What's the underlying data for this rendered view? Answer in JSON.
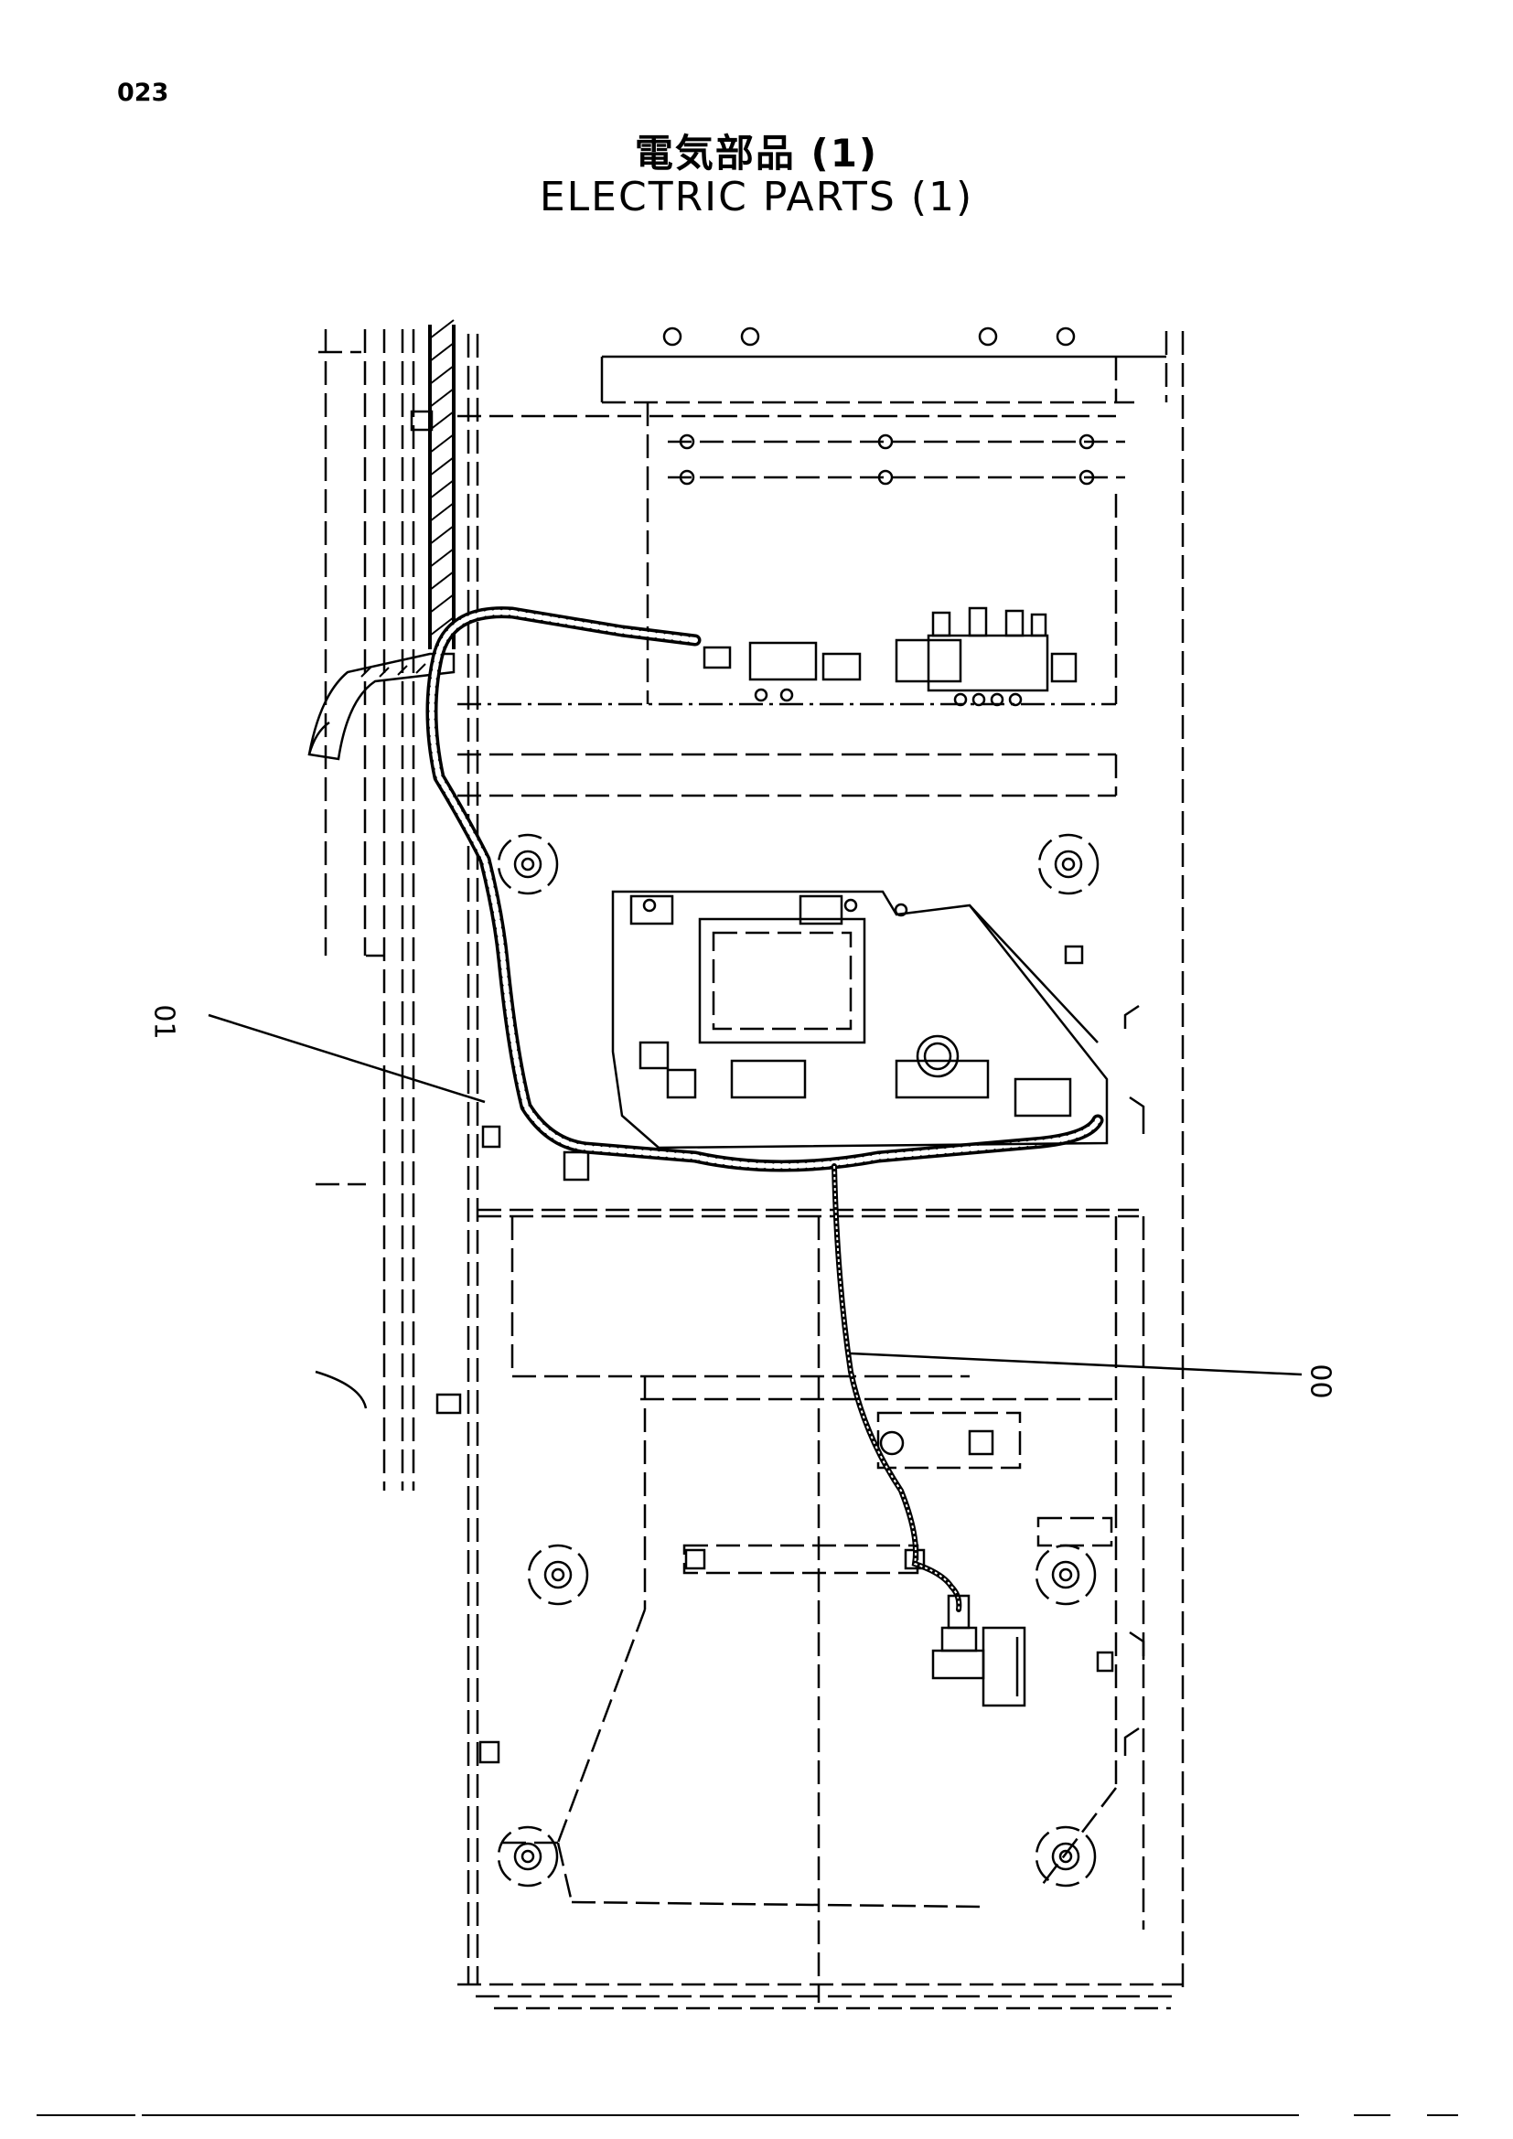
{
  "page": {
    "number": "023",
    "title_jp": "電気部品 (1)",
    "title_en": "ELECTRIC PARTS (1)"
  },
  "callouts": [
    {
      "id": "01",
      "label": "01"
    },
    {
      "id": "00",
      "label": "00"
    }
  ]
}
